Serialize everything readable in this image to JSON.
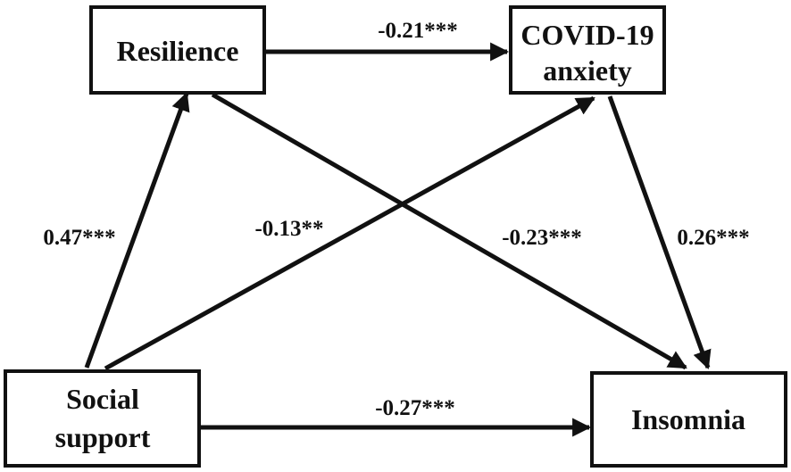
{
  "diagram": {
    "nodes": {
      "resilience": {
        "lines": [
          "Resilience"
        ]
      },
      "covid_anxiety": {
        "lines": [
          "COVID-19",
          "anxiety"
        ]
      },
      "social_support": {
        "lines": [
          "Social",
          "support"
        ]
      },
      "insomnia": {
        "lines": [
          "Insomnia"
        ]
      }
    },
    "edges": {
      "resilience_to_covid": {
        "from": "resilience",
        "to": "covid_anxiety",
        "label": "-0.21***"
      },
      "support_to_resilience": {
        "from": "social_support",
        "to": "resilience",
        "label": "0.47***"
      },
      "support_to_covid": {
        "from": "social_support",
        "to": "covid_anxiety",
        "label": "-0.13**"
      },
      "resilience_to_insomnia": {
        "from": "resilience",
        "to": "insomnia",
        "label": "-0.23***"
      },
      "covid_to_insomnia": {
        "from": "covid_anxiety",
        "to": "insomnia",
        "label": "0.26***"
      },
      "support_to_insomnia": {
        "from": "social_support",
        "to": "insomnia",
        "label": "-0.27***"
      }
    },
    "colors": {
      "ink": "#111111",
      "background": "#ffffff"
    }
  }
}
